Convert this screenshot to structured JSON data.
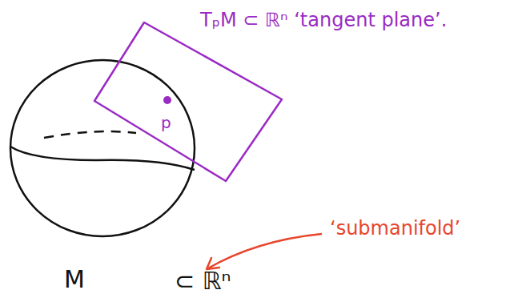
{
  "diagram": {
    "labels": [
      "TₚM ⊂ ℝⁿ ‘tangent plane’.",
      "p",
      "‘submanifold’",
      "M",
      "⊂ ℝⁿ"
    ]
  }
}
